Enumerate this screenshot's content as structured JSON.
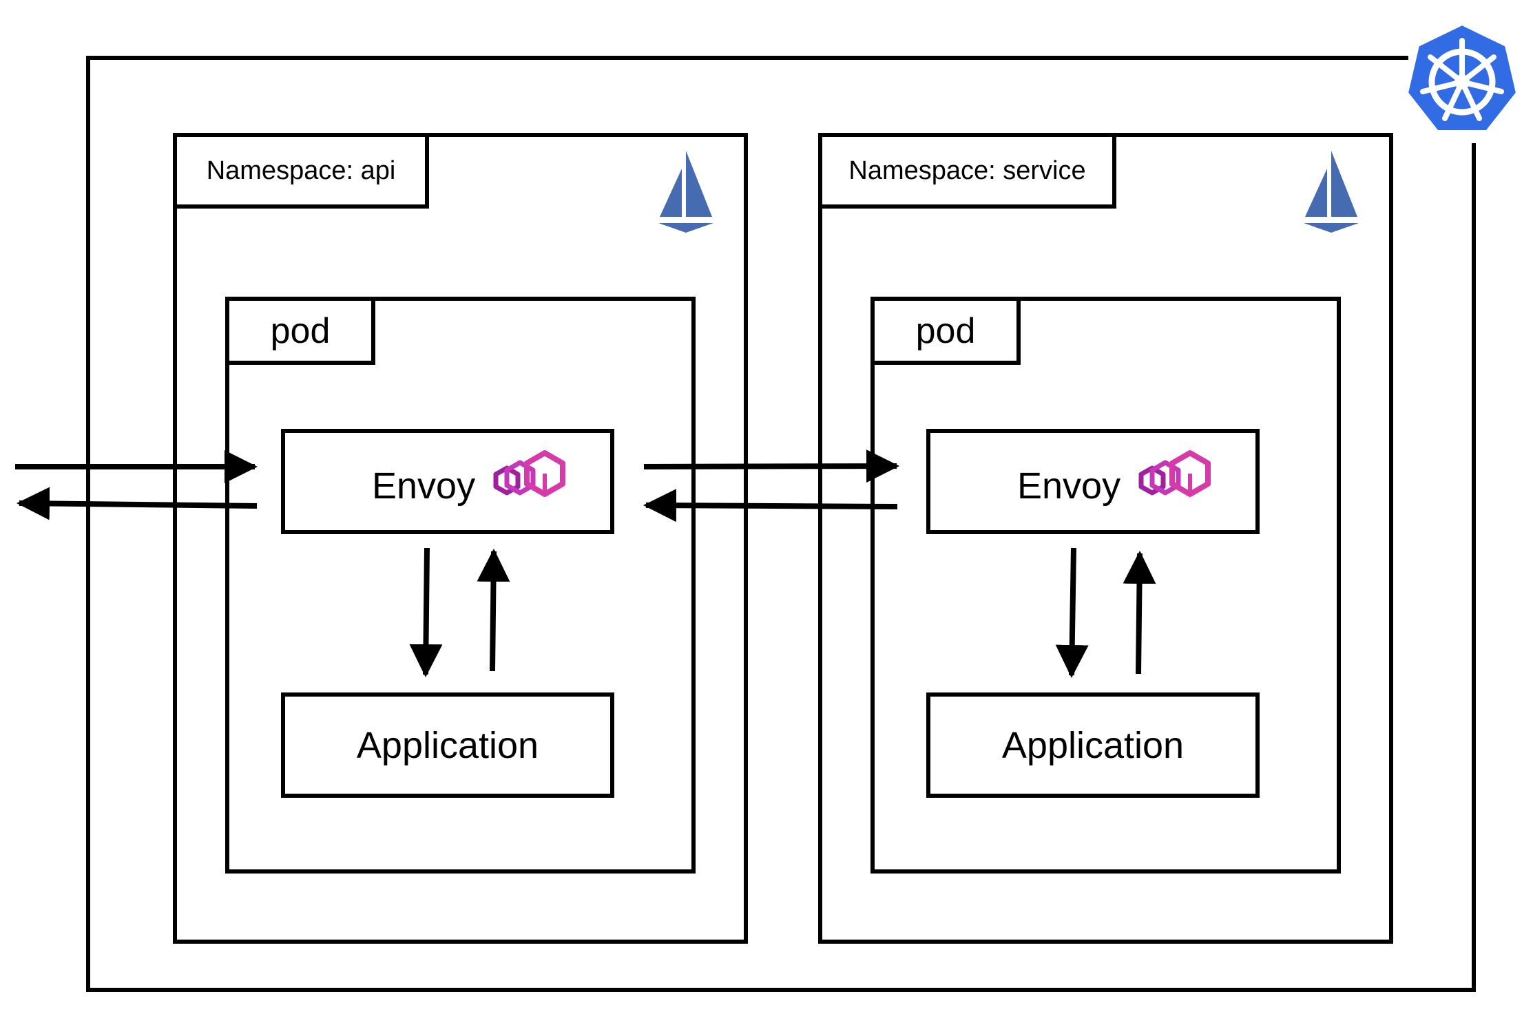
{
  "namespaces": [
    {
      "label": "Namespace: api",
      "pod_label": "pod",
      "envoy_label": "Envoy",
      "application_label": "Application",
      "icon": "istio-sail-icon"
    },
    {
      "label": "Namespace: service",
      "pod_label": "pod",
      "envoy_label": "Envoy",
      "application_label": "Application",
      "icon": "istio-sail-icon"
    }
  ],
  "cluster_icon": "kubernetes-helm-icon",
  "proxy_icon": "envoy-hexagon-icon",
  "colors": {
    "line": "#000000",
    "kubernetes_blue": "#326ce5",
    "istio_blue": "#466bb0",
    "envoy_magenta": "#d63aa8",
    "envoy_purple": "#a020a0"
  }
}
